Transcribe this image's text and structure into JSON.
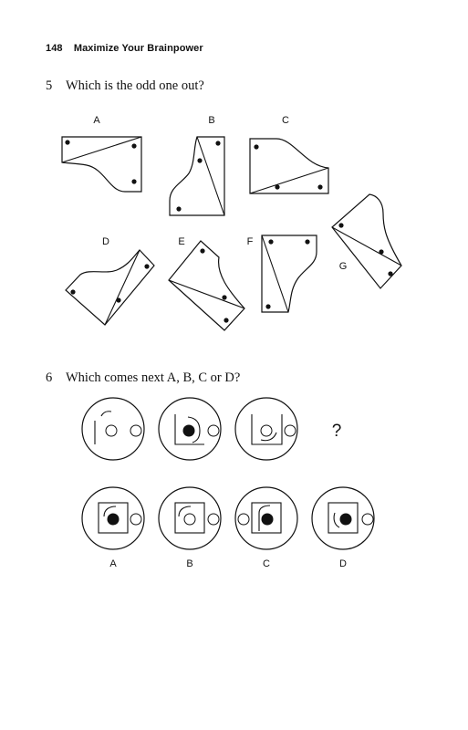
{
  "header": {
    "page_number": "148",
    "book_title": "Maximize Your Brainpower"
  },
  "q5": {
    "number": "5",
    "text": "Which is the odd one out?",
    "labels": [
      "A",
      "B",
      "C",
      "D",
      "E",
      "F",
      "G"
    ]
  },
  "q6": {
    "number": "6",
    "text": "Which comes next A, B, C or D?",
    "sequence_next": "?",
    "options": [
      "A",
      "B",
      "C",
      "D"
    ]
  }
}
